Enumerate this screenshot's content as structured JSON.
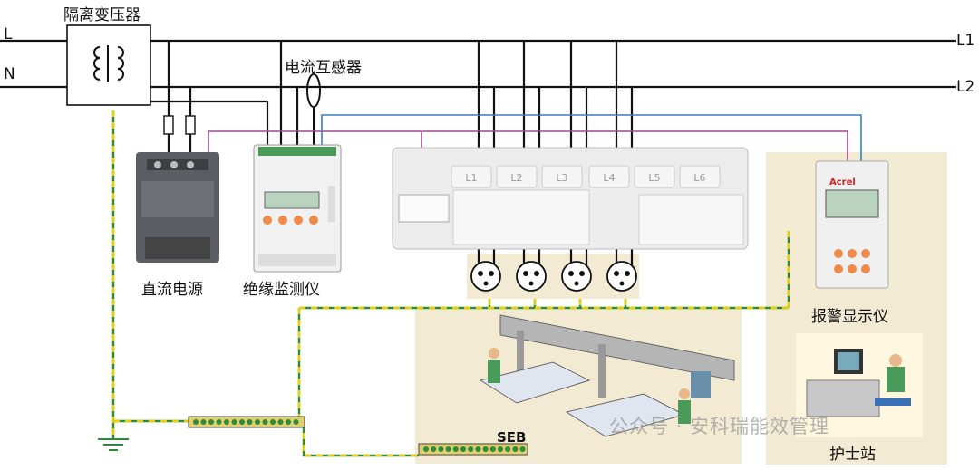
{
  "labels": {
    "line_L": "L",
    "line_N": "N",
    "line_L1": "L1",
    "line_L2": "L2",
    "isolation_transformer": "隔离变压器",
    "current_transformer": "电流互感器",
    "dc_power": "直流电源",
    "insulation_monitor": "绝缘监测仪",
    "alarm_display": "报警显示仪",
    "nurse_station": "护士站",
    "seb": "SEB"
  },
  "expansion_module_channels": [
    "L1",
    "L2",
    "L3",
    "L4",
    "L5",
    "L6"
  ],
  "device_brand": "Acrel",
  "watermark": "公众号 · 安科瑞能效管理",
  "colors": {
    "line": "#111111",
    "pe_green": "#2e8b3a",
    "pe_yellow": "#e8d000",
    "comm_purple": "#a04a90",
    "comm_blue": "#3a7fc0",
    "panel_bg": "#f3ead3",
    "led_orange": "#f08a4b",
    "screen": "#b9d3c0"
  }
}
